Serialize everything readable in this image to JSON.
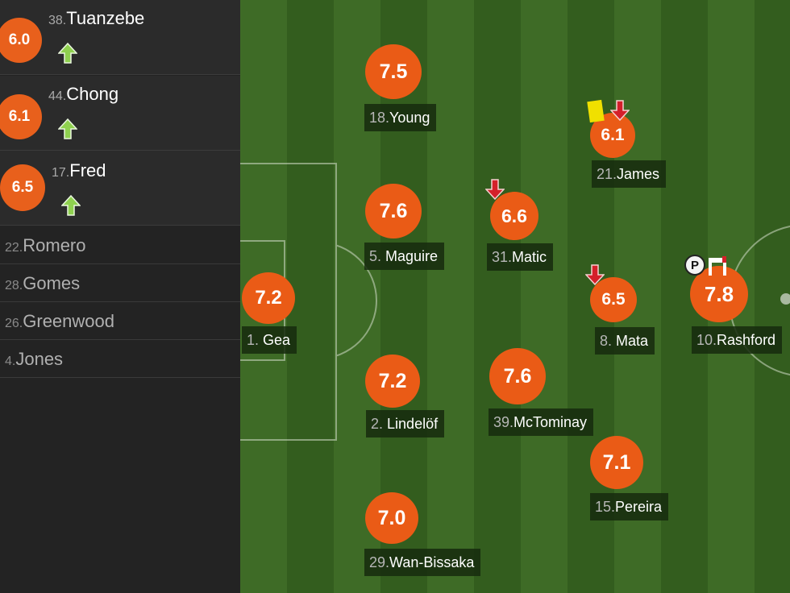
{
  "substitutes": [
    {
      "number": "38.",
      "name": "Tuanzebe",
      "rating": "6.0"
    },
    {
      "number": "44.",
      "name": "Chong",
      "rating": "6.1"
    },
    {
      "number": "17.",
      "name": "Fred",
      "rating": "6.5"
    }
  ],
  "bench": [
    {
      "number": "22.",
      "name": "Romero"
    },
    {
      "number": "28.",
      "name": "Gomes"
    },
    {
      "number": "26.",
      "name": "Greenwood"
    },
    {
      "number": "4.",
      "name": "Jones"
    }
  ],
  "lineup": {
    "gea": {
      "rating": "7.2",
      "number": "1.",
      "name": "Gea"
    },
    "young": {
      "rating": "7.5",
      "number": "18.",
      "name": "Young"
    },
    "maguire": {
      "rating": "7.6",
      "number": "5.",
      "name": "Maguire"
    },
    "lindelof": {
      "rating": "7.2",
      "number": "2.",
      "name": "Lindelöf"
    },
    "wan_bissaka": {
      "rating": "7.0",
      "number": "29.",
      "name": "Wan-Bissaka"
    },
    "matic": {
      "rating": "6.6",
      "number": "31.",
      "name": "Matic"
    },
    "mctominay": {
      "rating": "7.6",
      "number": "39.",
      "name": "McTominay"
    },
    "james": {
      "rating": "6.1",
      "number": "21.",
      "name": "James"
    },
    "mata": {
      "rating": "6.5",
      "number": "8.",
      "name": "Mata"
    },
    "pereira": {
      "rating": "7.1",
      "number": "15.",
      "name": "Pereira"
    },
    "rashford": {
      "rating": "7.8",
      "number": "10.",
      "name": "Rashford"
    }
  },
  "icons": {
    "sub_on": "green-up-arrow-icon",
    "sub_off": "red-down-arrow-icon",
    "yellow_card": "yellow-card-icon",
    "goal": "ball-icon",
    "penalty_letter": "P"
  },
  "colors": {
    "rating_circle": "#ea5b16",
    "sub_on_arrow": "#8fd14f",
    "sub_off_arrow": "#d4202a",
    "pitch_light": "#3e6b26",
    "pitch_dark": "#335d1e"
  }
}
